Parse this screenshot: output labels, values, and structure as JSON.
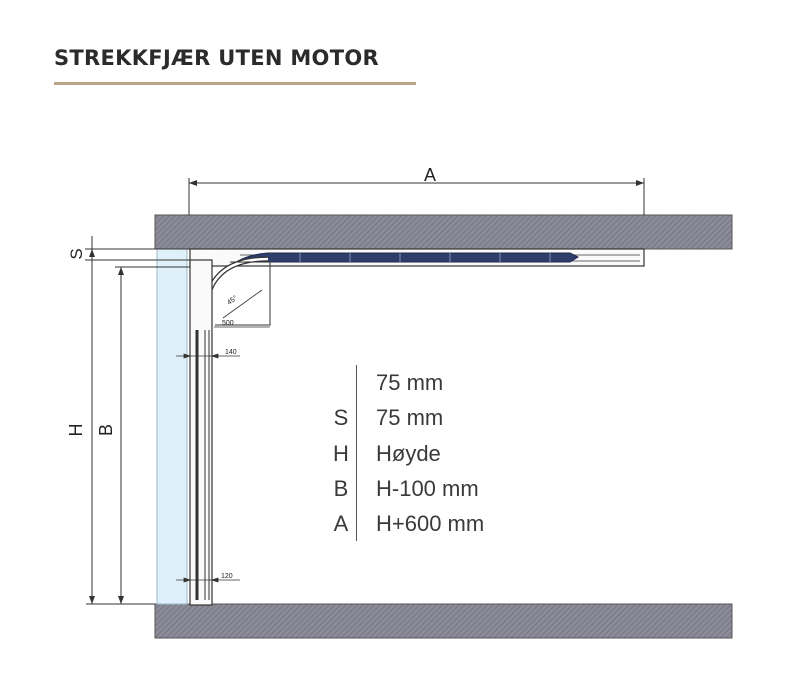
{
  "title": "STREKKFJÆR UTEN MOTOR",
  "dimension_labels": {
    "A": "A",
    "S": "S",
    "H": "H",
    "B": "B",
    "d500": "500",
    "d140": "140",
    "d120": "120",
    "angle": "45°"
  },
  "specs": [
    {
      "key": "",
      "value": "75 mm"
    },
    {
      "key": "S",
      "value": "75 mm"
    },
    {
      "key": "H",
      "value": "Høyde"
    },
    {
      "key": "B",
      "value": "H-100 mm"
    },
    {
      "key": "A",
      "value": "H+600 mm"
    }
  ],
  "colors": {
    "title_rule": "#b9a58a",
    "hatch_fill": "#8e8e9a",
    "opening_fill": "#dff0fb",
    "spring": "#2e3d6b"
  }
}
